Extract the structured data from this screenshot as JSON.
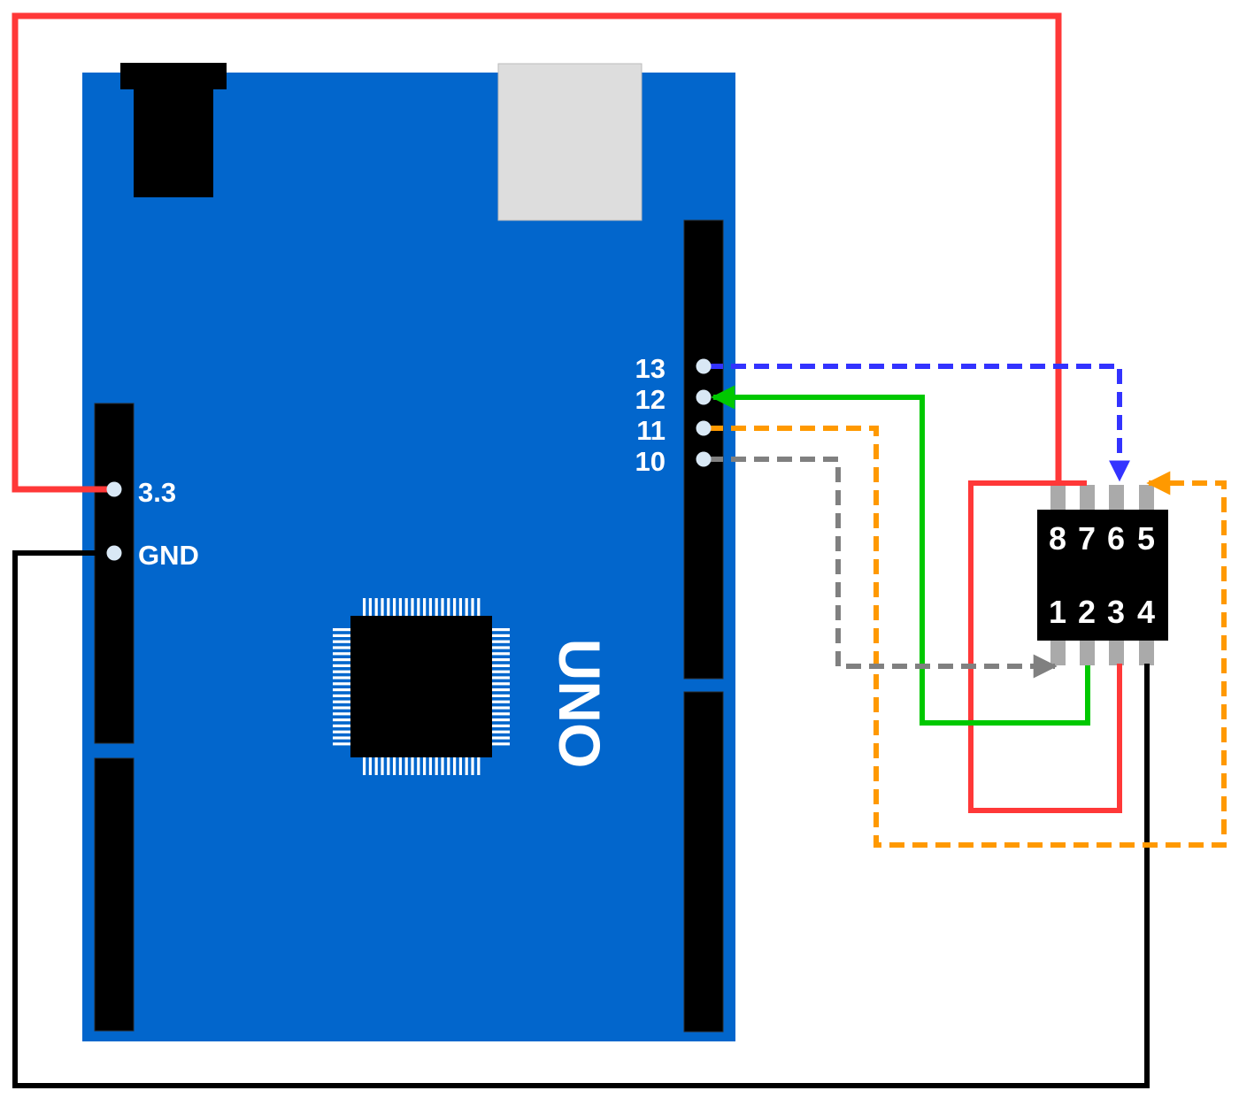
{
  "board": {
    "name": "UNO",
    "color": "#0266CC",
    "power_pins": [
      "3.3",
      "GND"
    ],
    "digital_pins": [
      "13",
      "12",
      "11",
      "10"
    ]
  },
  "chip": {
    "top_pins": [
      "8",
      "7",
      "6",
      "5"
    ],
    "bottom_pins": [
      "1",
      "2",
      "3",
      "4"
    ]
  },
  "wire_colors": {
    "power": "#FF3838",
    "ground": "#000000",
    "pin13": "#3333FF",
    "pin12": "#00C800",
    "pin11": "#FF9900",
    "pin10": "#808080"
  }
}
